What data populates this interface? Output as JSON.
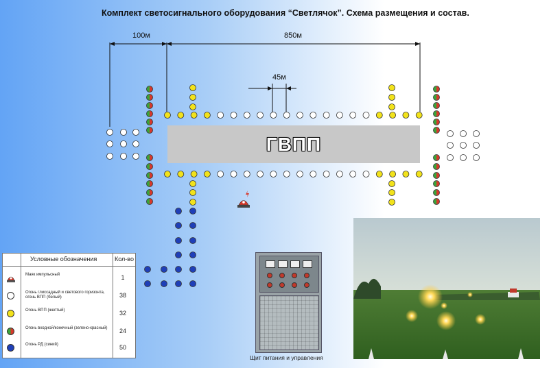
{
  "title": "Комплект светосигнального оборудования “Светлячок”. Схема размещения и состав.",
  "runway_label": "ГВПП",
  "dimensions": {
    "left": "100м",
    "right": "850м",
    "spacing": "45м"
  },
  "legend": {
    "header_name": "Условные обозначения",
    "header_count": "Кол-во",
    "rows": [
      {
        "label": "Маяк импульсный",
        "count": "1",
        "icon": "beacon-icon"
      },
      {
        "label": "Огонь глиссадный и светового горизонта, огонь ВПП (белый)",
        "count": "38",
        "icon": "white-light-icon"
      },
      {
        "label": "Огонь ВПП (желтый)",
        "count": "32",
        "icon": "yellow-light-icon"
      },
      {
        "label": "Огонь входной/конечный (зелено-красный)",
        "count": "24",
        "icon": "green-red-light-icon"
      },
      {
        "label": "Огонь РД (синий)",
        "count": "50",
        "icon": "blue-light-icon"
      }
    ]
  },
  "cabinet_caption": "Щит питания и управления",
  "colors": {
    "white": "#ffffff",
    "yellow": "#f2e21b",
    "blue": "#1f3fb8",
    "green": "#3aa53a",
    "red": "#d8382b",
    "runway": "#c8c8c8"
  }
}
